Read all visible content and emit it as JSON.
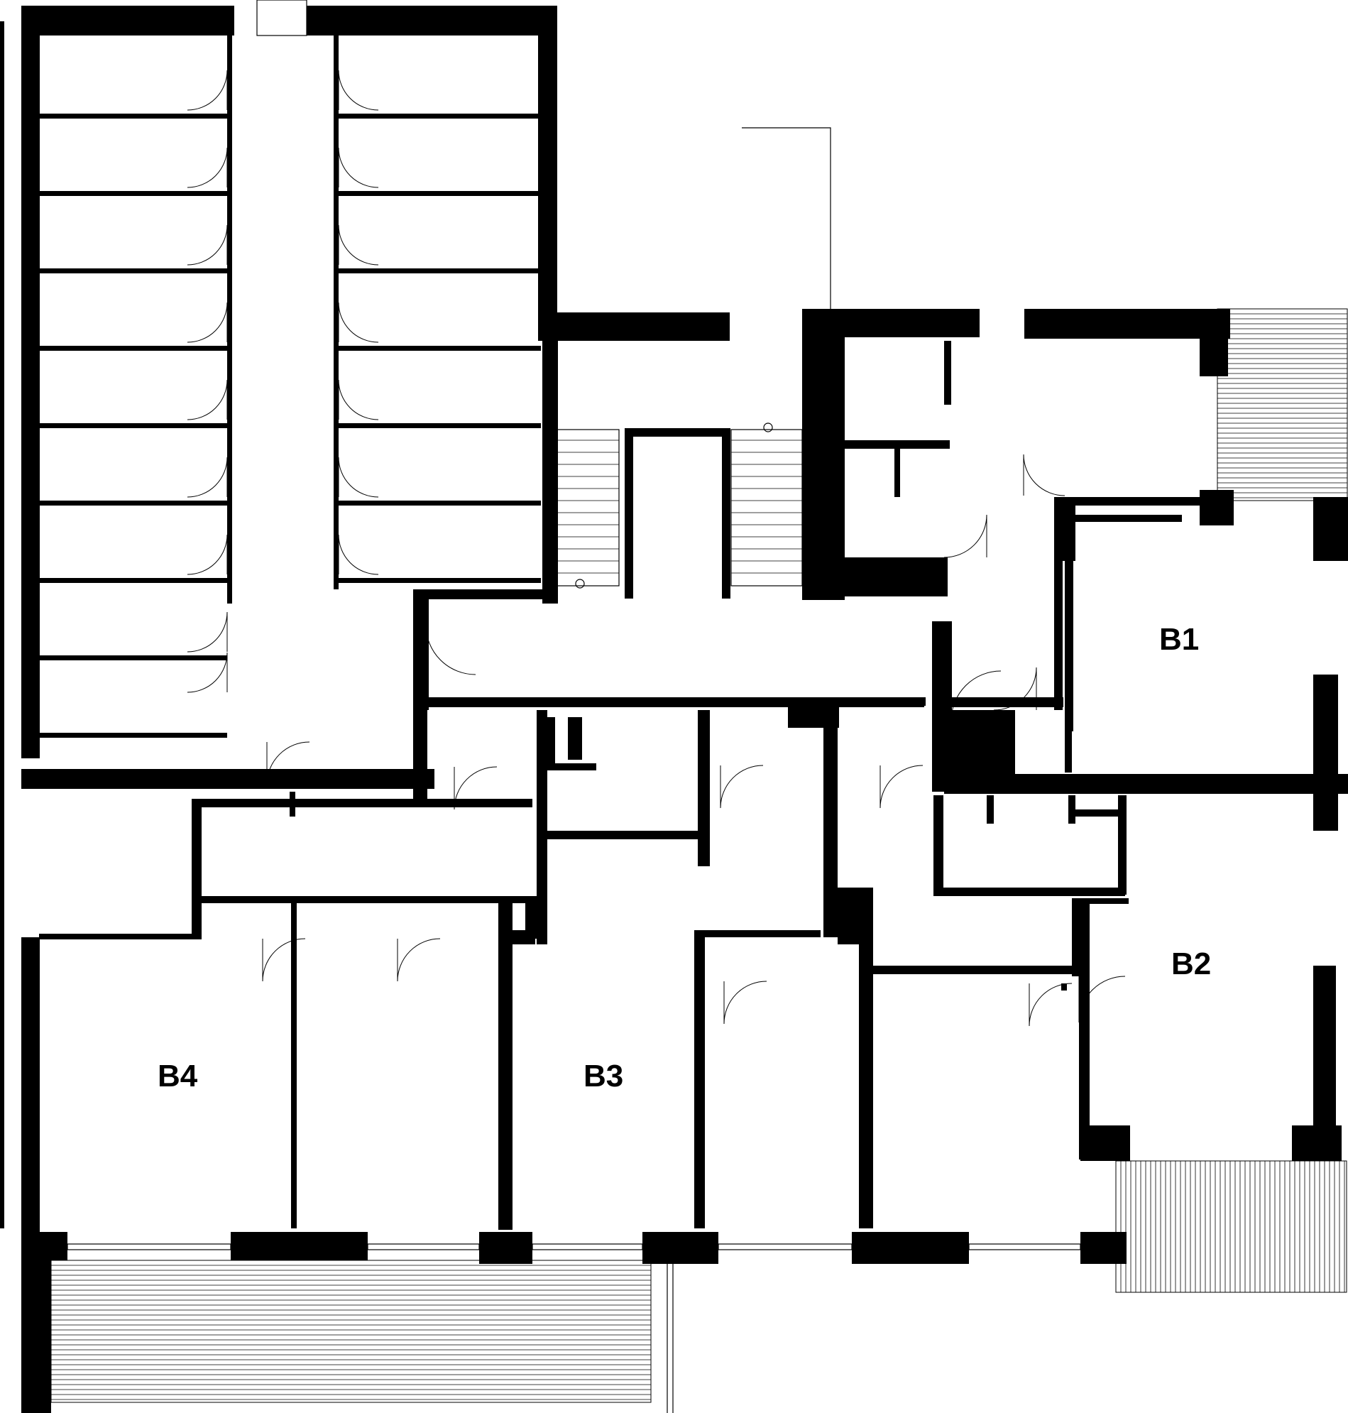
{
  "units": [
    {
      "id": "B1",
      "label": "B1"
    },
    {
      "id": "B2",
      "label": "B2"
    },
    {
      "id": "B3",
      "label": "B3"
    },
    {
      "id": "B4",
      "label": "B4"
    }
  ],
  "colors": {
    "wall": "#000000",
    "background": "#ffffff"
  }
}
